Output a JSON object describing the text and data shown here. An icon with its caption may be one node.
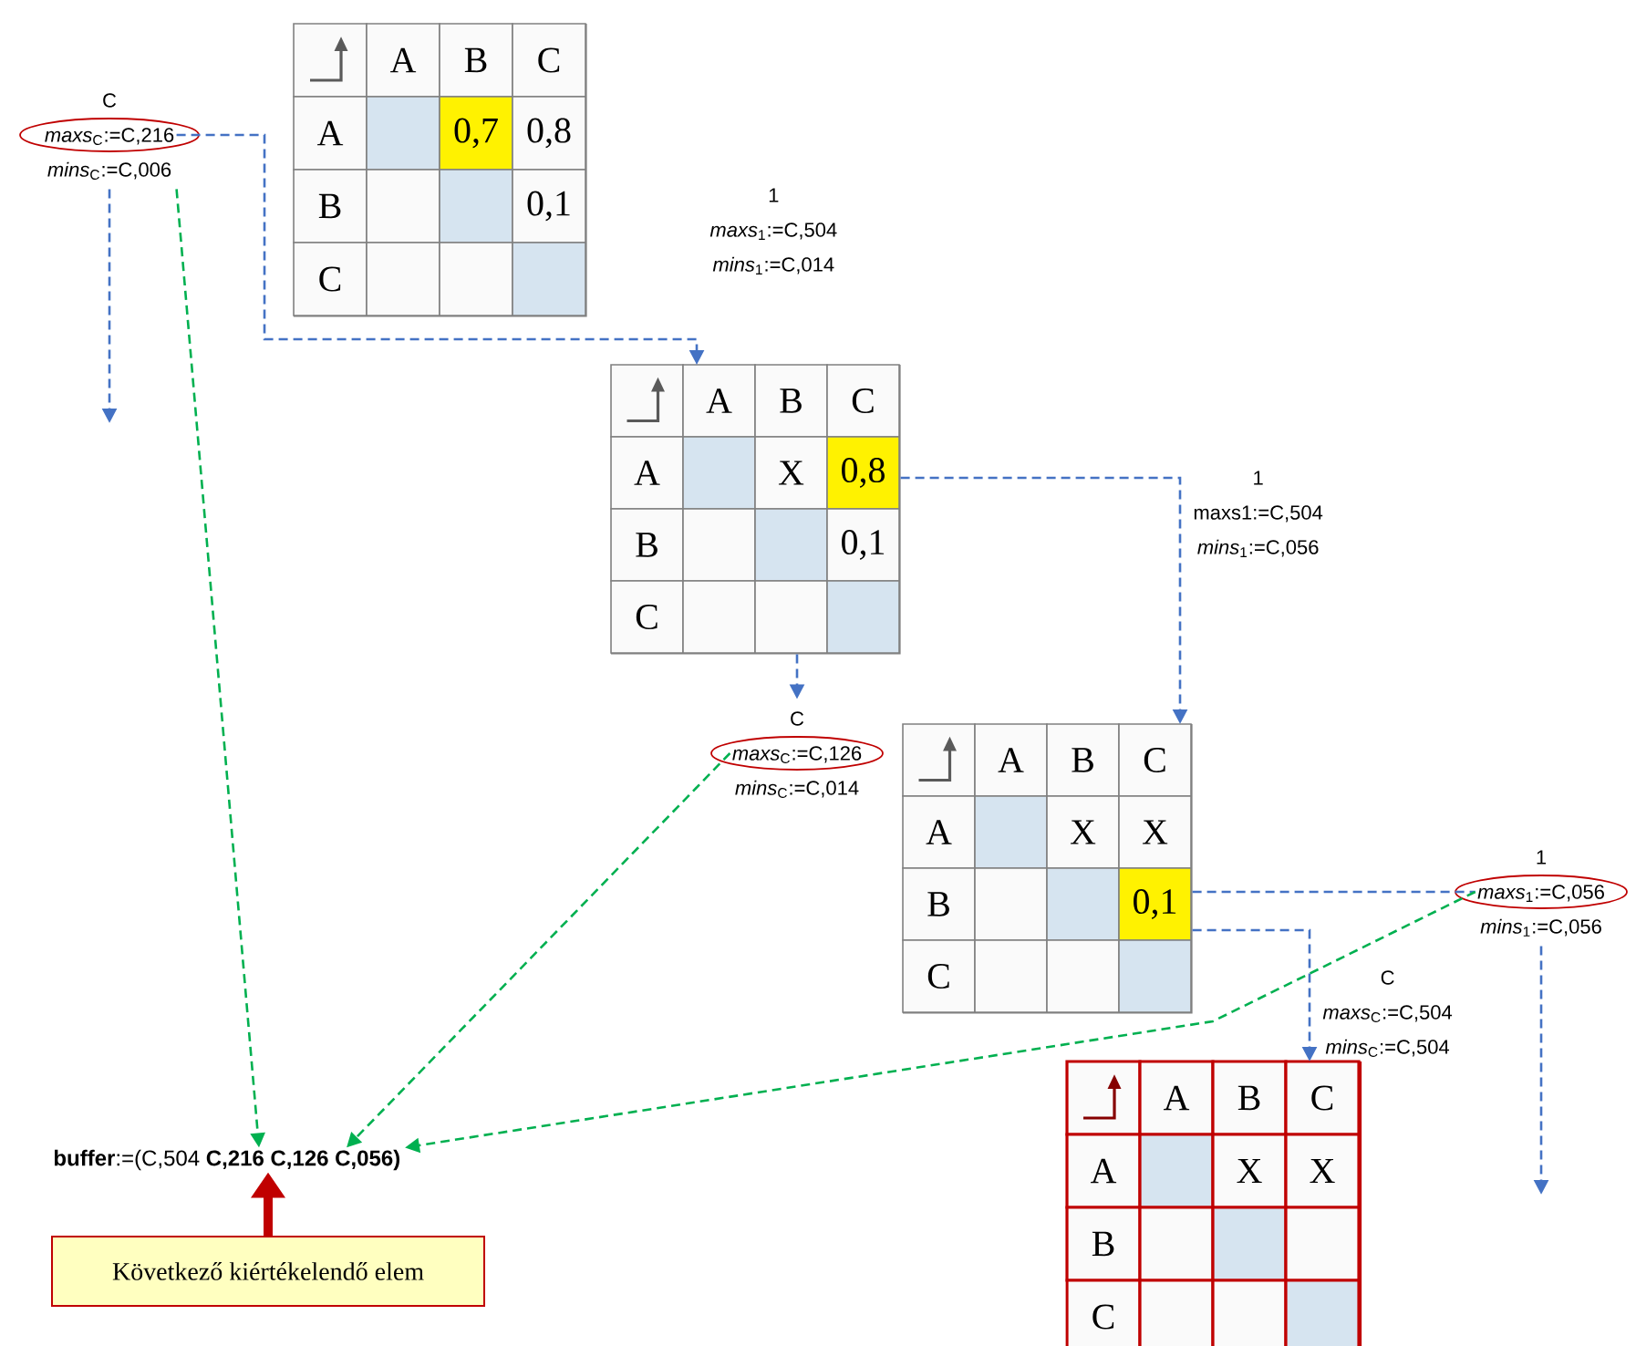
{
  "diagram": {
    "nodes": [
      {
        "text": [
          "C",
          "*maxs*$_{C}$:=C,216",
          "*mins*$_{C}$:=C,006"
        ]
      },
      {
        "text": [
          "A",
          "B",
          "C",
          "A",
          "0,7",
          "0,8",
          "B",
          "0,1",
          "C"
        ]
      },
      {
        "text": [
          "1",
          "*maxs*$_{1}$:=C,504",
          "*mins*$_{1}$:=C,014"
        ]
      },
      {
        "text": [
          "A",
          "B",
          "C",
          "A",
          "X",
          "0,8",
          "B",
          "0,1",
          "C"
        ]
      },
      {
        "text": [
          "1",
          "maxs1:=C,504",
          "*mins*$_{1}$:=C,056"
        ]
      },
      {
        "text": [
          "C",
          "*maxs*$_{C}$:=C,126",
          "*mins*$_{C}$:=C,014"
        ]
      },
      {
        "text": [
          "A",
          "B",
          "C",
          "A",
          "X",
          "X",
          "B",
          "0,1",
          "C"
        ]
      },
      {
        "text": [
          "1",
          "*maxs*$_{1}$:=C,056",
          "*mins*$_{1}$:=C,056"
        ]
      },
      {
        "text": [
          "C",
          "*maxs*$_{C}$:=C,504",
          "*mins*$_{C}$:=C,504"
        ]
      },
      {
        "text": [
          "A",
          "B",
          "C",
          "A",
          "X",
          "X",
          "B",
          "C"
        ]
      },
      {
        "text": [
          "**buffer**:=(C,504 **C,216 C,126 C,056)**"
        ]
      },
      {
        "text": [
          "Következő kiértékelendő elem"
        ]
      }
    ],
    "edges": [
      {
        "from": 0,
        "to": null,
        "arrow": "to",
        "style": "dashed"
      },
      {
        "from": 0,
        "to": 3,
        "arrow": "to",
        "style": "dashed"
      },
      {
        "from": 3,
        "to": 6,
        "arrow": "to",
        "style": "dashed"
      },
      {
        "from": 3,
        "to": 5,
        "arrow": "to",
        "style": "dashed"
      },
      {
        "from": 6,
        "to": 7,
        "arrow": "none",
        "style": "dashed"
      },
      {
        "from": 7,
        "to": null,
        "arrow": "to",
        "style": "dashed"
      },
      {
        "from": 6,
        "to": 9,
        "arrow": "to",
        "style": "dashed"
      },
      {
        "from": 0,
        "to": 10,
        "arrow": "to",
        "style": "dashed",
        "color": "#00b050"
      },
      {
        "from": 5,
        "to": 10,
        "arrow": "to",
        "style": "dashed",
        "color": "#00b050"
      },
      {
        "from": 7,
        "to": 10,
        "arrow": "to",
        "style": "dashed",
        "color": "#00b050"
      },
      {
        "from": 11,
        "to": 10,
        "arrow": "to",
        "style": "thick",
        "color": "#c00000"
      }
    ]
  }
}
